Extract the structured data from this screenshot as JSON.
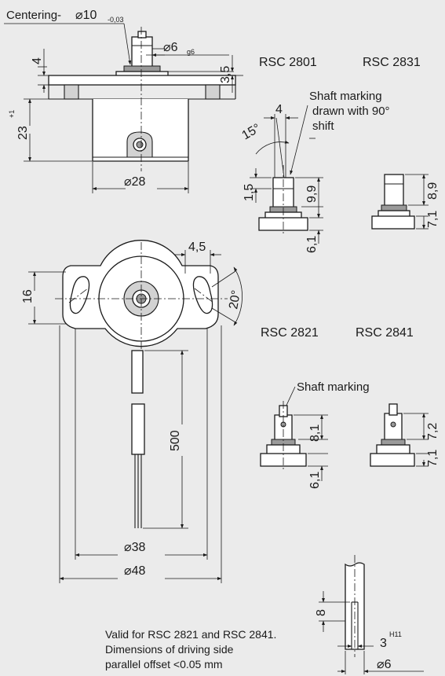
{
  "centering": {
    "label": "Centering-",
    "value": "⌀10",
    "tolerance": "-0,03"
  },
  "top_view": {
    "shaft_dia": "⌀6",
    "shaft_fit": "g6",
    "dim_flange_thickness": "4",
    "dim_shaft_step": "3,5",
    "dim_height": "23",
    "dim_height_tol": "+1",
    "body_dia": "⌀28"
  },
  "models": {
    "rsc_2801": "RSC 2801",
    "rsc_2831": "RSC 2831",
    "rsc_2821": "RSC 2821",
    "rsc_2841": "RSC 2841"
  },
  "shaft_marking_90": {
    "line1": "Shaft marking",
    "line2": "drawn with 90°",
    "line3": "shift"
  },
  "detail_2801": {
    "dim_width": "4",
    "angle": "15°",
    "dim_flat": "1,5",
    "dim_top": "9,9",
    "dim_base": "6,1"
  },
  "detail_2831": {
    "dim_top": "8,9",
    "dim_mid": "7,1"
  },
  "plan_view": {
    "dim_slot": "4,5",
    "dim_angle": "20°",
    "dim_slot_height": "16",
    "dim_cable": "500",
    "dim_inner": "⌀38",
    "dim_outer": "⌀48"
  },
  "shaft_marking_2821": {
    "label": "Shaft marking",
    "dim_top": "8,1",
    "dim_base": "6,1"
  },
  "detail_2841": {
    "dim_top": "7,2",
    "dim_mid": "7,1"
  },
  "drive_detail": {
    "dim_depth": "8",
    "dim_slot": "3",
    "slot_fit": "H11",
    "dim_dia": "⌀6"
  },
  "note": {
    "line1": "Valid for RSC 2821 and RSC 2841.",
    "line2": "Dimensions of driving side",
    "line3": "parallel offset <0.05 mm"
  }
}
